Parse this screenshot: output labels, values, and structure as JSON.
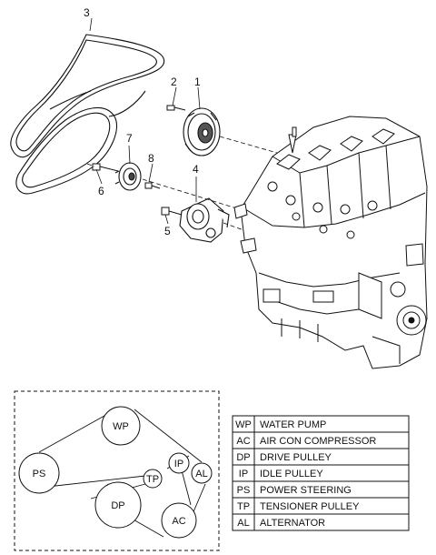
{
  "callouts": {
    "c1": "1",
    "c2": "2",
    "c3": "3",
    "c4": "4",
    "c5": "5",
    "c6": "6",
    "c7": "7",
    "c8": "8"
  },
  "pulleys": {
    "wp": "WP",
    "ps": "PS",
    "tp": "TP",
    "ip": "IP",
    "al": "AL",
    "dp": "DP",
    "ac": "AC"
  },
  "legend": [
    {
      "code": "WP",
      "name": "WATER PUMP"
    },
    {
      "code": "AC",
      "name": "AIR CON COMPRESSOR"
    },
    {
      "code": "DP",
      "name": "DRIVE PULLEY"
    },
    {
      "code": "IP",
      "name": "IDLE PULLEY"
    },
    {
      "code": "PS",
      "name": "POWER STEERING"
    },
    {
      "code": "TP",
      "name": "TENSIONER PULLEY"
    },
    {
      "code": "AL",
      "name": "ALTERNATOR"
    }
  ]
}
